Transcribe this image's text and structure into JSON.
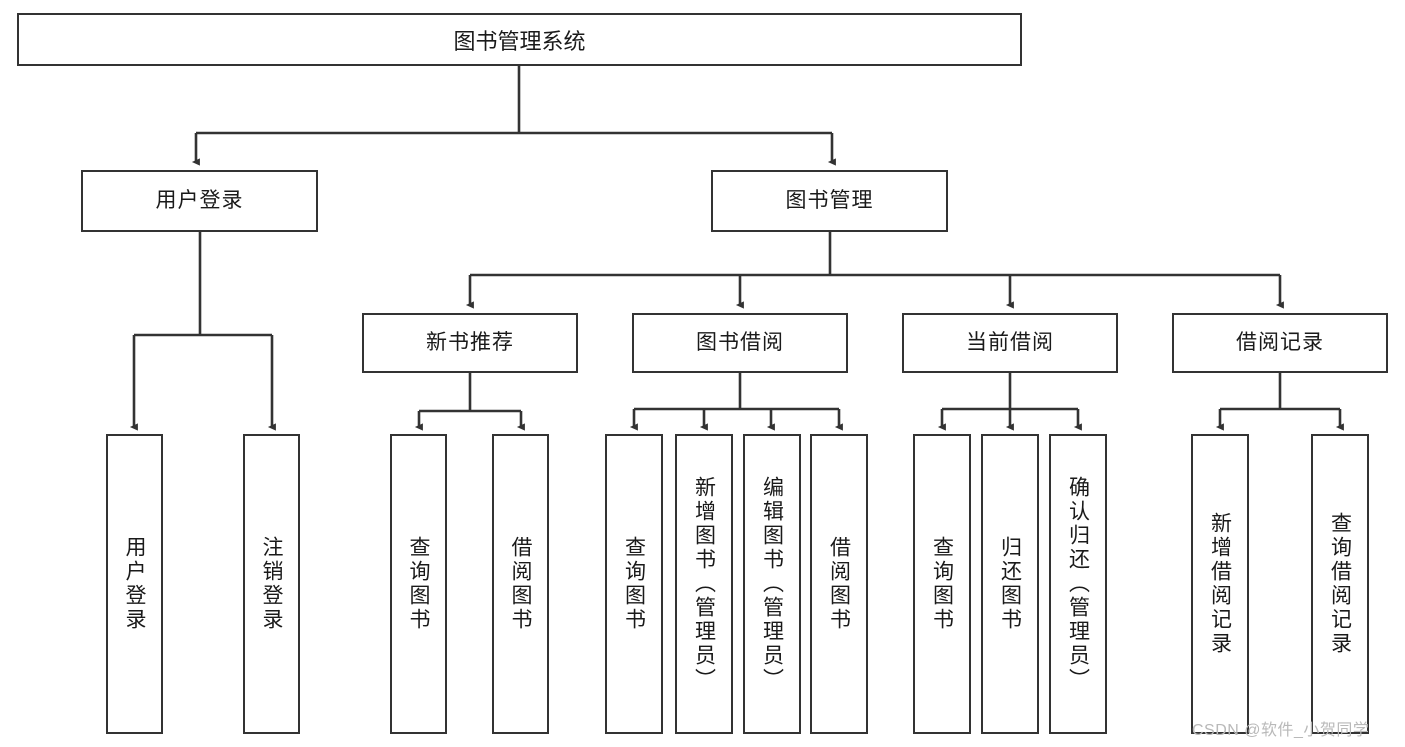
{
  "diagram": {
    "title": "图书管理系统",
    "type": "hierarchy-tree",
    "root": {
      "id": "root",
      "label": "图书管理系统"
    },
    "level2": [
      {
        "id": "user-login",
        "label": "用户登录"
      },
      {
        "id": "book-manage",
        "label": "图书管理"
      }
    ],
    "level3": [
      {
        "id": "new-book-recommend",
        "label": "新书推荐"
      },
      {
        "id": "book-borrow",
        "label": "图书借阅"
      },
      {
        "id": "current-borrow",
        "label": "当前借阅"
      },
      {
        "id": "borrow-record",
        "label": "借阅记录"
      }
    ],
    "leaves": {
      "user-login": [
        {
          "id": "leaf-user-login",
          "label": "用户登录"
        },
        {
          "id": "leaf-user-logout",
          "label": "注销登录"
        }
      ],
      "new-book-recommend": [
        {
          "id": "leaf-query-book-1",
          "label": "查询图书"
        },
        {
          "id": "leaf-borrow-book-1",
          "label": "借阅图书"
        }
      ],
      "book-borrow": [
        {
          "id": "leaf-query-book-2",
          "label": "查询图书"
        },
        {
          "id": "leaf-add-book",
          "label": "新增图书（管理员）"
        },
        {
          "id": "leaf-edit-book",
          "label": "编辑图书（管理员）"
        },
        {
          "id": "leaf-borrow-book-2",
          "label": "借阅图书"
        }
      ],
      "current-borrow": [
        {
          "id": "leaf-query-book-3",
          "label": "查询图书"
        },
        {
          "id": "leaf-return-book",
          "label": "归还图书"
        },
        {
          "id": "leaf-confirm-return",
          "label": "确认归还（管理员）"
        }
      ],
      "borrow-record": [
        {
          "id": "leaf-add-record",
          "label": "新增借阅记录"
        },
        {
          "id": "leaf-query-record",
          "label": "查询借阅记录"
        }
      ]
    }
  },
  "watermark": {
    "text": "CSDN @软件_小贺同学"
  },
  "colors": {
    "border": "#333333",
    "background": "#ffffff",
    "text": "#1a1a1a",
    "watermark": "#b9b9b9"
  }
}
